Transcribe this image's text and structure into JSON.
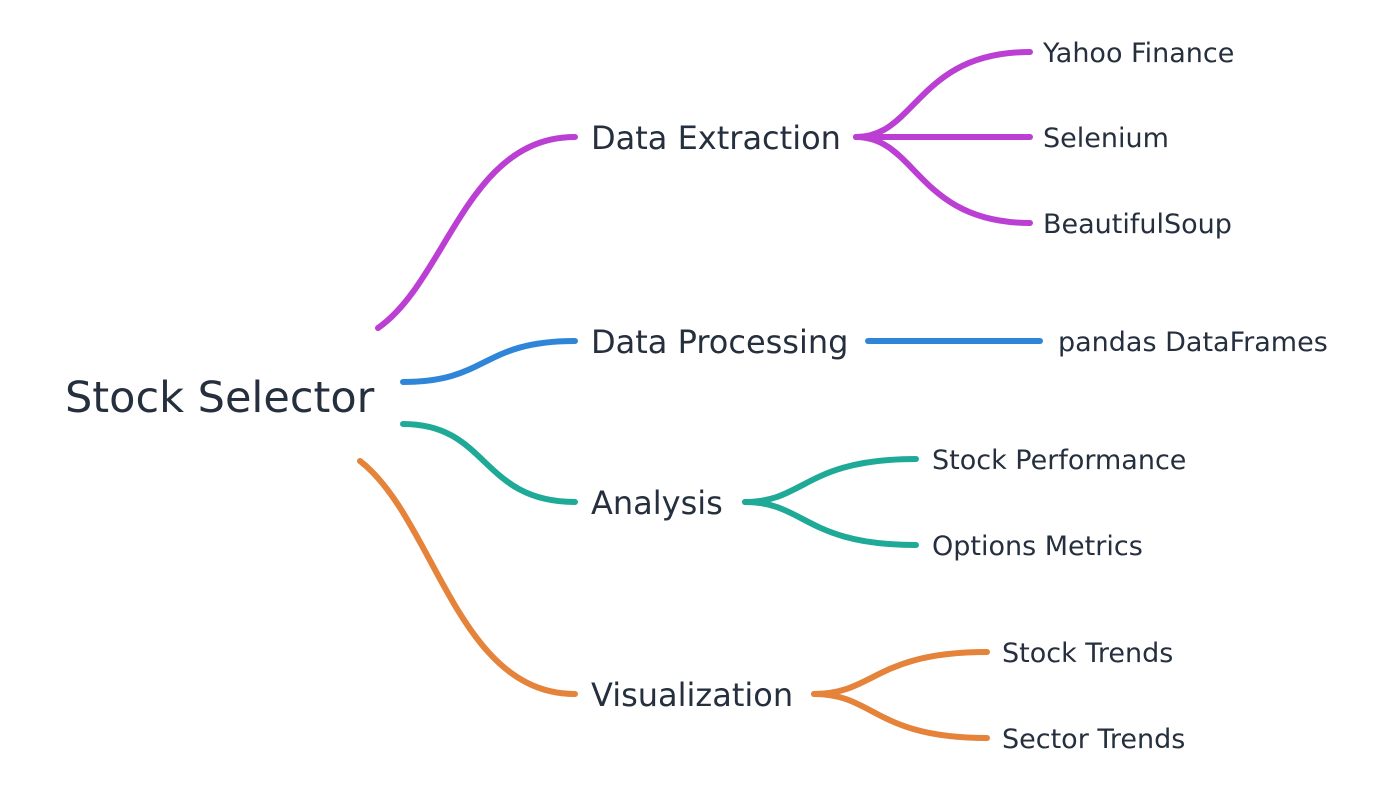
{
  "mindmap": {
    "root": {
      "label": "Stock Selector"
    },
    "branches": [
      {
        "label": "Data Extraction",
        "color": "#bb3fd3",
        "children": [
          "Yahoo Finance",
          "Selenium",
          "BeautifulSoup"
        ]
      },
      {
        "label": "Data Processing",
        "color": "#2f86d8",
        "children": [
          "pandas DataFrames"
        ]
      },
      {
        "label": "Analysis",
        "color": "#1faa97",
        "children": [
          "Stock Performance",
          "Options Metrics"
        ]
      },
      {
        "label": "Visualization",
        "color": "#e5833a",
        "children": [
          "Stock Trends",
          "Sector Trends"
        ]
      }
    ]
  }
}
